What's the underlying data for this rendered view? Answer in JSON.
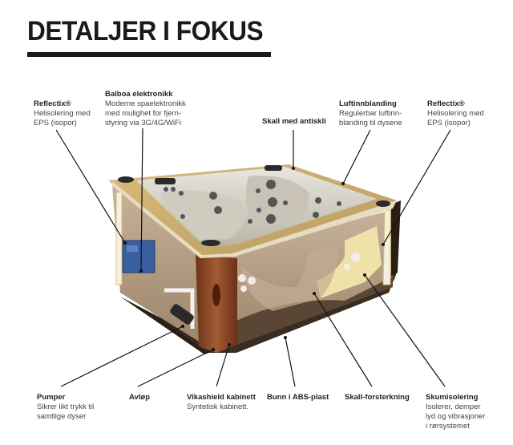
{
  "header": {
    "title": "DETALJER I FOKUS"
  },
  "callouts": {
    "reflectix_left": {
      "title": "Reflectix®",
      "desc": "Helisolering med\nEPS (isopor)"
    },
    "balboa": {
      "title": "Balboa elektronikk",
      "desc": "Moderne spaelektronikk\nmed mulighet for fjern-\nstyring via 3G/4G/WiFi"
    },
    "skall_antiskli": {
      "title": "Skall med antiskli",
      "desc": ""
    },
    "luftinnblanding": {
      "title": "Luftinnblanding",
      "desc": "Regulerbar luftinn-\nblanding til dysene"
    },
    "reflectix_right": {
      "title": "Reflectix®",
      "desc": "Helisolering med\nEPS (isopor)"
    },
    "pumper": {
      "title": "Pumper",
      "desc": "Sikrer likt trykk til\nsamtlige dyser"
    },
    "avlop": {
      "title": "Avløp",
      "desc": ""
    },
    "vikashield": {
      "title": "Vikashield kabinett",
      "desc": "Syntetisk kabinett."
    },
    "bunn": {
      "title": "Bunn i ABS-plast",
      "desc": ""
    },
    "skall_forsterkning": {
      "title": "Skall-forsterkning",
      "desc": ""
    },
    "skumisolering": {
      "title": "Skumisolering",
      "desc": "Isolerer, demper\nlyd og vibrasjoner\ni rørsystemet"
    }
  },
  "colors": {
    "title": "#1a1a1a",
    "shell": "#d8d4c6",
    "rim": "#c9a96a",
    "cabinet": "#8a4a2a",
    "panel": "#b8a08a",
    "foam": "#efe2a8",
    "base": "#2a2018"
  }
}
